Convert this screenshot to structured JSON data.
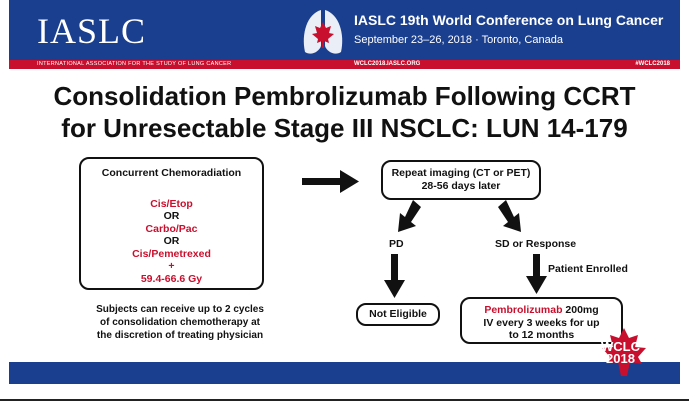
{
  "header": {
    "logo": "IASLC",
    "logo_tagline": "INTERNATIONAL ASSOCIATION FOR THE STUDY OF LUNG CANCER",
    "conference_title": "IASLC 19th World Conference on Lung Cancer",
    "conference_dates": "September 23–26, 2018 · Toronto, Canada",
    "website": "WCLC2018.IASLC.ORG",
    "hashtag": "#WCLC2018"
  },
  "title_line1": "Consolidation Pembrolizumab Following CCRT",
  "title_line2": "for Unresectable Stage III NSCLC: LUN 14-179",
  "chemo_box": {
    "heading": "Concurrent Chemoradiation",
    "regimen1": "Cis/Etop",
    "or1": "OR",
    "regimen2": "Carbo/Pac",
    "or2": "OR",
    "regimen3": "Cis/Pemetrexed",
    "plus": "+",
    "dose": "59.4-66.6 Gy"
  },
  "note": {
    "line1": "Subjects can receive up to 2 cycles",
    "line2": "of consolidation chemotherapy at",
    "line3": "the discretion of treating physician"
  },
  "imaging_box": {
    "line1": "Repeat imaging (CT or PET)",
    "line2": "28-56 days later"
  },
  "branch_pd": "PD",
  "branch_sd": "SD or Response",
  "patient_enrolled": "Patient Enrolled",
  "not_eligible": "Not Eligible",
  "pembro_box": {
    "drug": "Pembrolizumab",
    "dose": " 200mg",
    "line2": "IV every 3 weeks for up",
    "line3": "to 12 months"
  },
  "badge": {
    "line1": "WCLC",
    "line2": "2018"
  },
  "colors": {
    "brand_blue": "#1b3f8f",
    "brand_red": "#c8102e"
  }
}
